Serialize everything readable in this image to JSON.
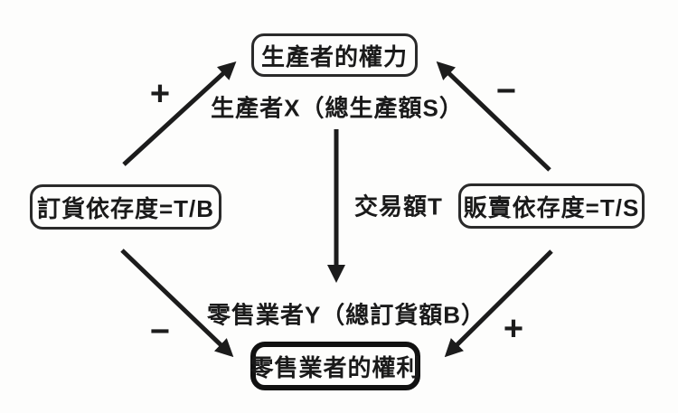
{
  "diagram": {
    "colors": {
      "ink": "#1c1c1c",
      "background": "#fdfdfc"
    },
    "nodes": {
      "producer_power": {
        "label": "生產者的權力"
      },
      "order_dependency": {
        "label": "訂貨依存度=T/B"
      },
      "sales_dependency": {
        "label": "販賣依存度=T/S"
      },
      "retailer_power": {
        "label": "零售業者的權利"
      }
    },
    "labels": {
      "producer_x": "生產者X（總生產額S）",
      "transaction": "交易額T",
      "retailer_y": "零售業者Y（總訂貨額B）"
    },
    "edges": [
      {
        "from": "order_dependency",
        "to": "producer_power",
        "sign": "+"
      },
      {
        "from": "sales_dependency",
        "to": "producer_power",
        "sign": "−"
      },
      {
        "from": "producer_x",
        "to": "retailer_y",
        "label": "交易額T"
      },
      {
        "from": "order_dependency",
        "to": "retailer_power",
        "sign": "−"
      },
      {
        "from": "sales_dependency",
        "to": "retailer_power",
        "sign": "+"
      }
    ]
  }
}
